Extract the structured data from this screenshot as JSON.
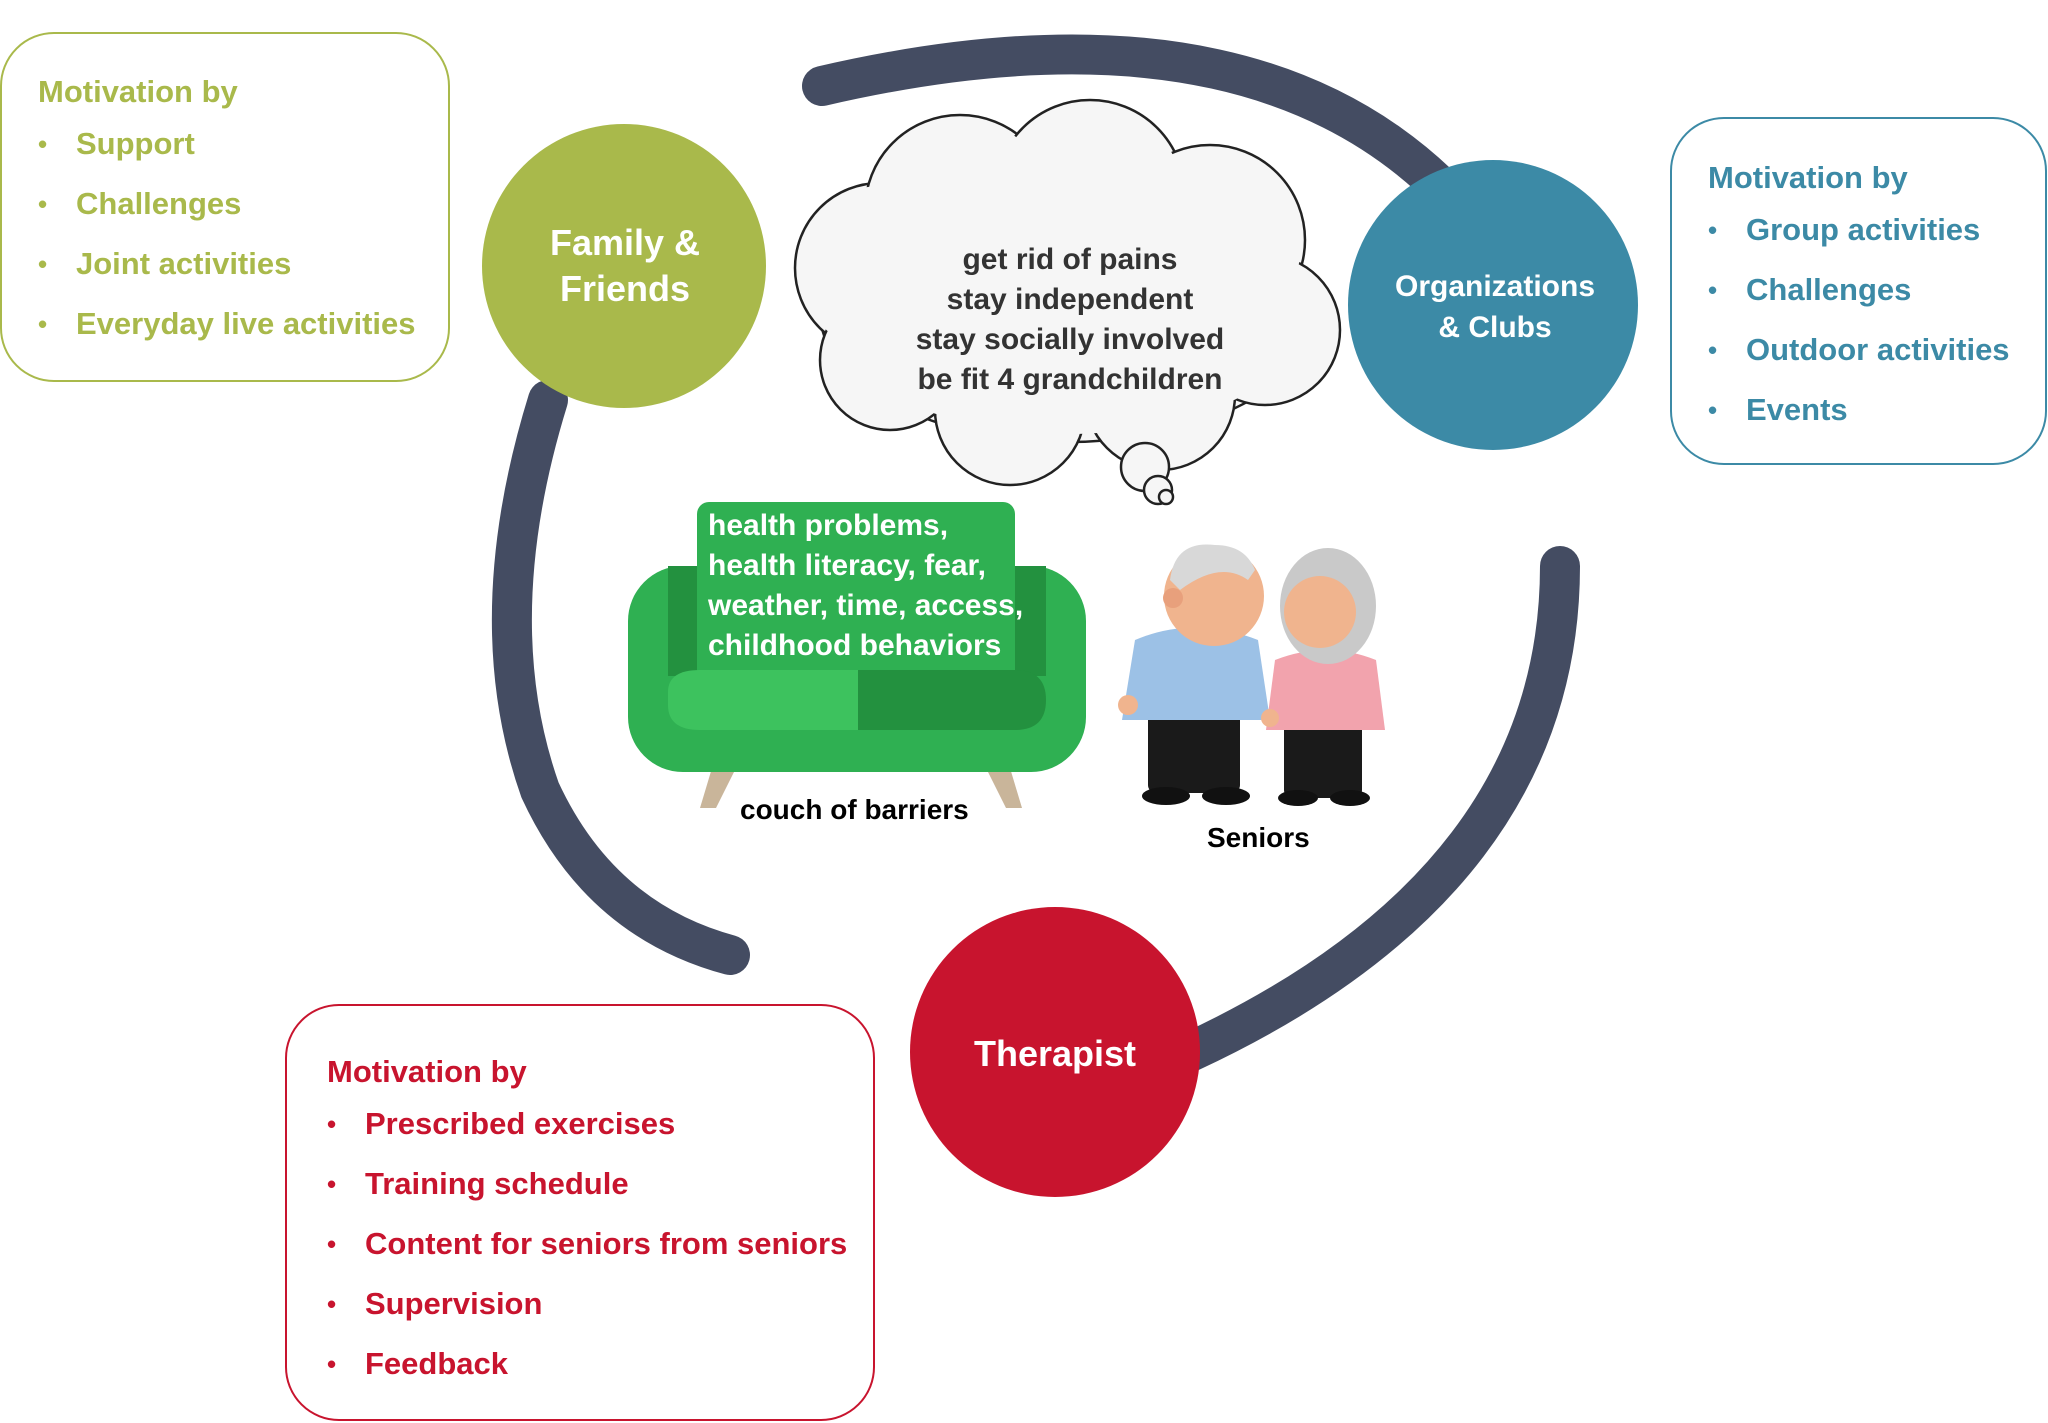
{
  "colors": {
    "family": "#a9b94b",
    "orgs": "#3c8aa6",
    "therapist": "#c8142e",
    "ring": "#444c62",
    "couch": "#2fb052"
  },
  "family": {
    "circle_label_lines": [
      "Family &",
      "Friends"
    ],
    "box_heading": "Motivation by",
    "items": [
      "Support",
      "Challenges",
      "Joint activities",
      "Everyday live activities"
    ]
  },
  "orgs": {
    "circle_label_lines": [
      "Organizations",
      "& Clubs"
    ],
    "box_heading": "Motivation by",
    "items": [
      "Group activities",
      "Challenges",
      "Outdoor activities",
      "Events"
    ]
  },
  "therapist": {
    "circle_label": "Therapist",
    "box_heading": "Motivation by",
    "items": [
      "Prescribed exercises",
      "Training schedule",
      "Content for seniors from seniors",
      "Supervision",
      "Feedback"
    ]
  },
  "thought_bubble": {
    "lines": [
      "get rid of pains",
      "stay independent",
      "stay socially involved",
      "be fit 4 grandchildren"
    ]
  },
  "couch": {
    "lines": [
      "health problems,",
      "health literacy, fear,",
      "weather, time, access,",
      "childhood behaviors"
    ],
    "caption": "couch of barriers"
  },
  "seniors": {
    "caption": "Seniors"
  }
}
